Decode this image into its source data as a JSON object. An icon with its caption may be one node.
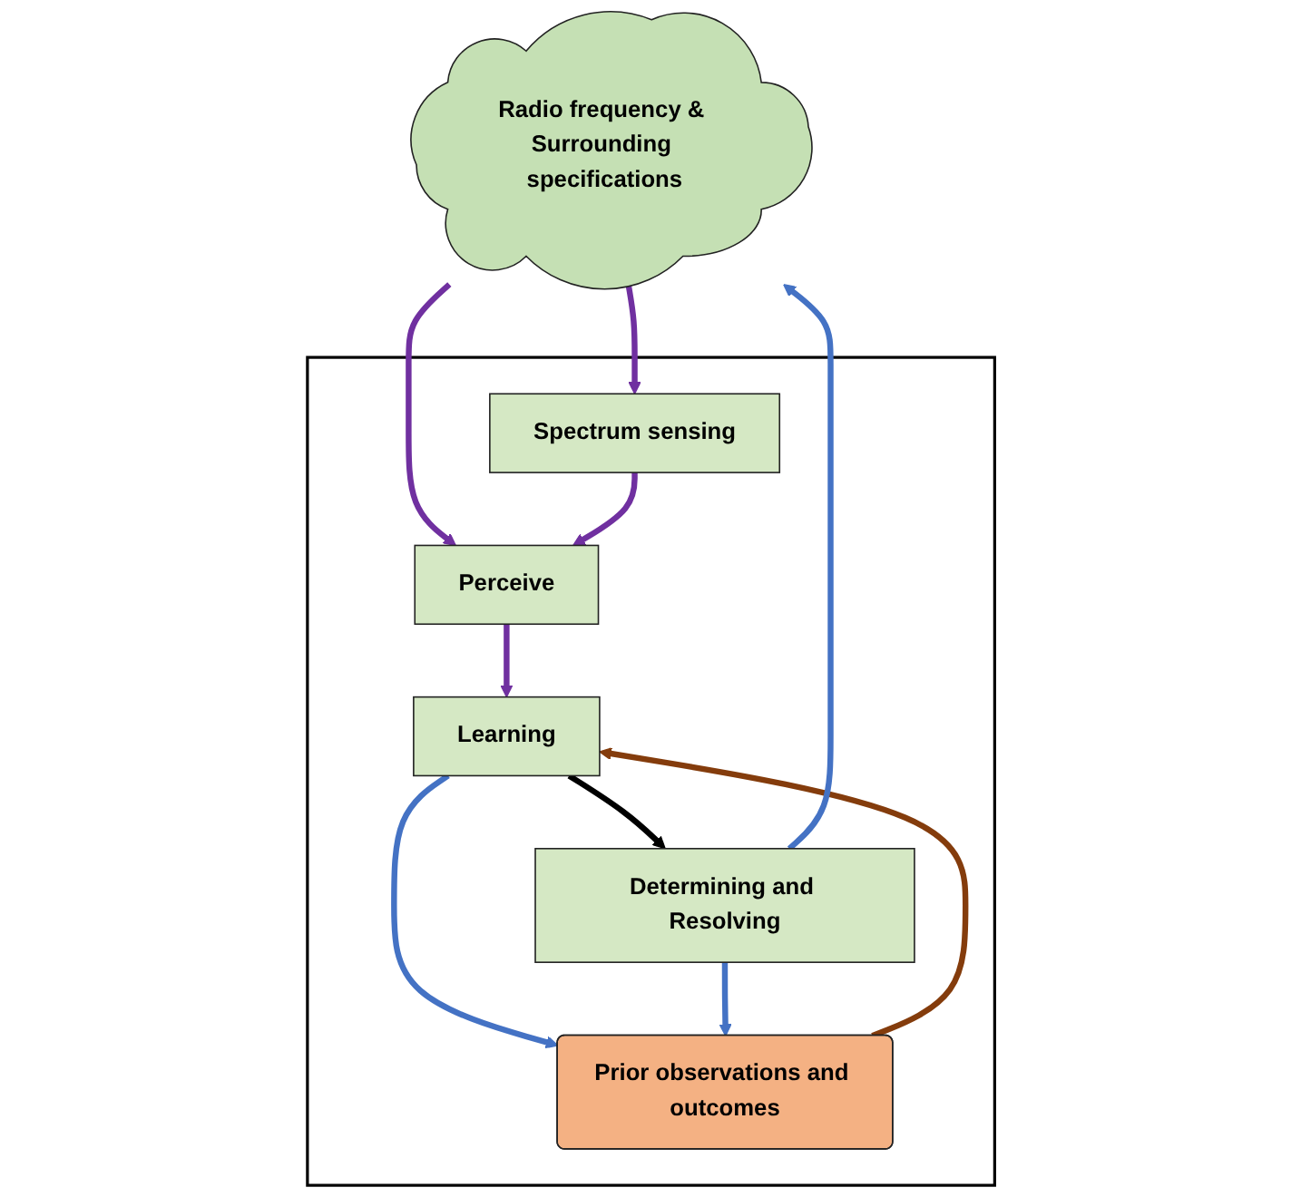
{
  "diagram": {
    "nodes": [
      {
        "text": [
          "Radio frequency & Surrounding specifications"
        ]
      },
      {
        "text": [],
        "shape": "box"
      },
      {
        "text": [
          "Spectrum sensing"
        ],
        "in": 1
      },
      {
        "text": [
          "Prior observations and outcomes"
        ],
        "in": 1
      },
      {
        "text": [
          "Perceive"
        ],
        "in": 1
      },
      {
        "text": [
          "Learning"
        ],
        "in": 1
      },
      {
        "text": [
          "Determining and Resolving"
        ],
        "in": 1
      }
    ],
    "edges": [
      {
        "from": 0,
        "to": 2,
        "arrow": "to"
      },
      {
        "from": 0,
        "to": 4,
        "arrow": "to"
      },
      {
        "from": 2,
        "to": 4,
        "arrow": "to"
      },
      {
        "from": 4,
        "to": 5,
        "arrow": "to"
      },
      {
        "from": 3,
        "to": 5,
        "arrow": "to",
        "color": "#843c0c"
      },
      {
        "from": 5,
        "to": 6,
        "arrow": "to",
        "color": "#000000"
      },
      {
        "from": 5,
        "to": 3,
        "arrow": "to",
        "color": "#4472c4"
      },
      {
        "from": 6,
        "to": 3,
        "arrow": "to",
        "color": "#4472c4"
      },
      {
        "from": 6,
        "to": 0,
        "arrow": "to",
        "color": "#4472c4"
      }
    ]
  }
}
